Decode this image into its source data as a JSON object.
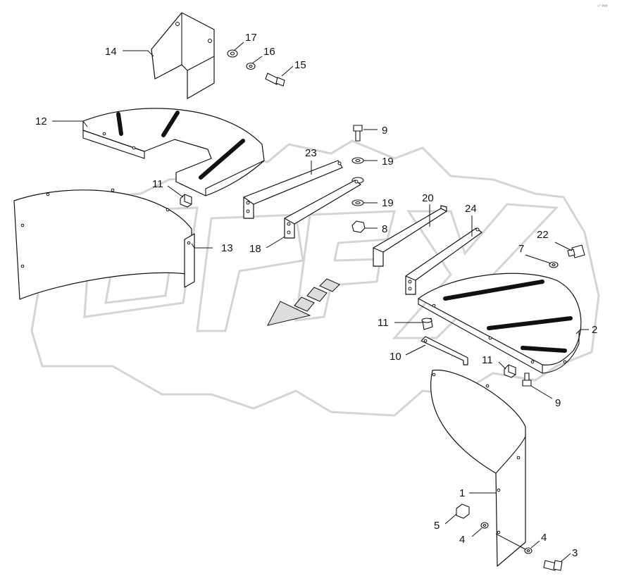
{
  "diagram": {
    "corner_mark": "»° ###",
    "watermark_text": "OPEX",
    "callouts": {
      "c1": "1",
      "c2": "2",
      "c3": "3",
      "c4a": "4",
      "c4b": "4",
      "c5": "5",
      "c7": "7",
      "c8": "8",
      "c9a": "9",
      "c9b": "9",
      "c10": "10",
      "c11a": "11",
      "c11b": "11",
      "c11c": "11",
      "c12": "12",
      "c13": "13",
      "c14": "14",
      "c15": "15",
      "c16": "16",
      "c17": "17",
      "c18": "18",
      "c19a": "19",
      "c19b": "19",
      "c20": "20",
      "c22": "22",
      "c23": "23",
      "c24": "24"
    },
    "colors": {
      "line": "#111111",
      "watermark": "#d4d4d4",
      "background": "#ffffff"
    }
  }
}
